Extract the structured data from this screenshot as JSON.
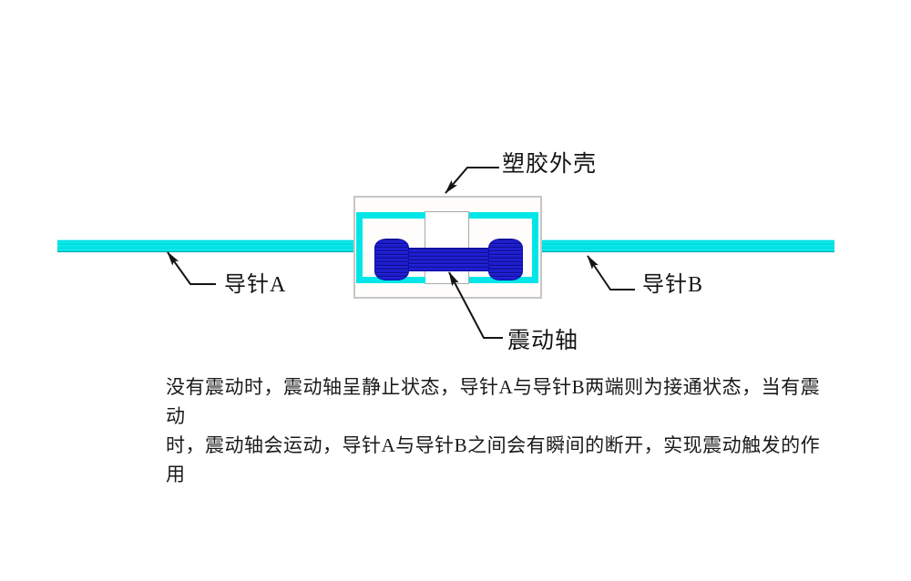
{
  "diagram": {
    "labels": {
      "housing": "塑胶外壳",
      "pin_a": "导针A",
      "pin_b": "导针B",
      "shaft": "震动轴"
    },
    "description": {
      "line1": "没有震动时，震动轴呈静止状态，导针A与导针B两端则为接通状态，当有震动",
      "line2": "时，震动轴会运动，导针A与导针B之间会有瞬间的断开，实现震动触发的作用"
    },
    "colors": {
      "pin_cyan": "#00e6e8",
      "shaft_blue": "#1b1bce",
      "housing_border": "#c6c6c6",
      "channel_border": "#a9a9a9"
    },
    "icons": {
      "arrow_style": "solid-black-triangle-leader-arrow"
    }
  }
}
